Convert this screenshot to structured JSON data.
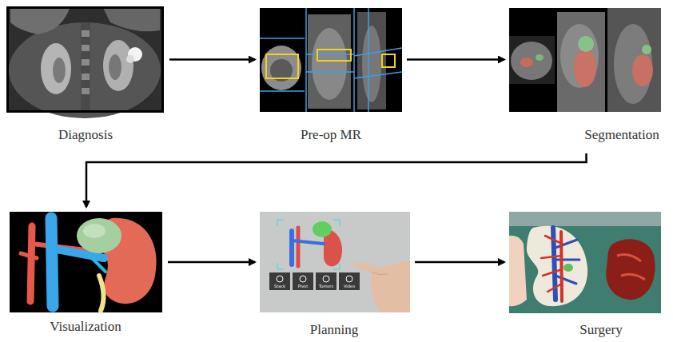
{
  "diagram": {
    "nodes": [
      {
        "text": [
          "Diagnosis"
        ]
      },
      {
        "text": [
          "Pre-op MR"
        ]
      },
      {
        "text": [
          "Segmentation"
        ]
      },
      {
        "text": [
          "Visualization"
        ]
      },
      {
        "text": [
          "Planning"
        ]
      },
      {
        "text": [
          "Surgery"
        ]
      }
    ],
    "edges": [
      {
        "from": 0,
        "to": 1,
        "arrow": "to"
      },
      {
        "from": 1,
        "to": 2,
        "arrow": "to"
      },
      {
        "from": 2,
        "to": 3,
        "arrow": "to"
      },
      {
        "from": 3,
        "to": 4,
        "arrow": "to"
      },
      {
        "from": 4,
        "to": 5,
        "arrow": "to"
      }
    ],
    "labels": [
      "Stack",
      "Pivot",
      "Tumors",
      "Video"
    ]
  }
}
